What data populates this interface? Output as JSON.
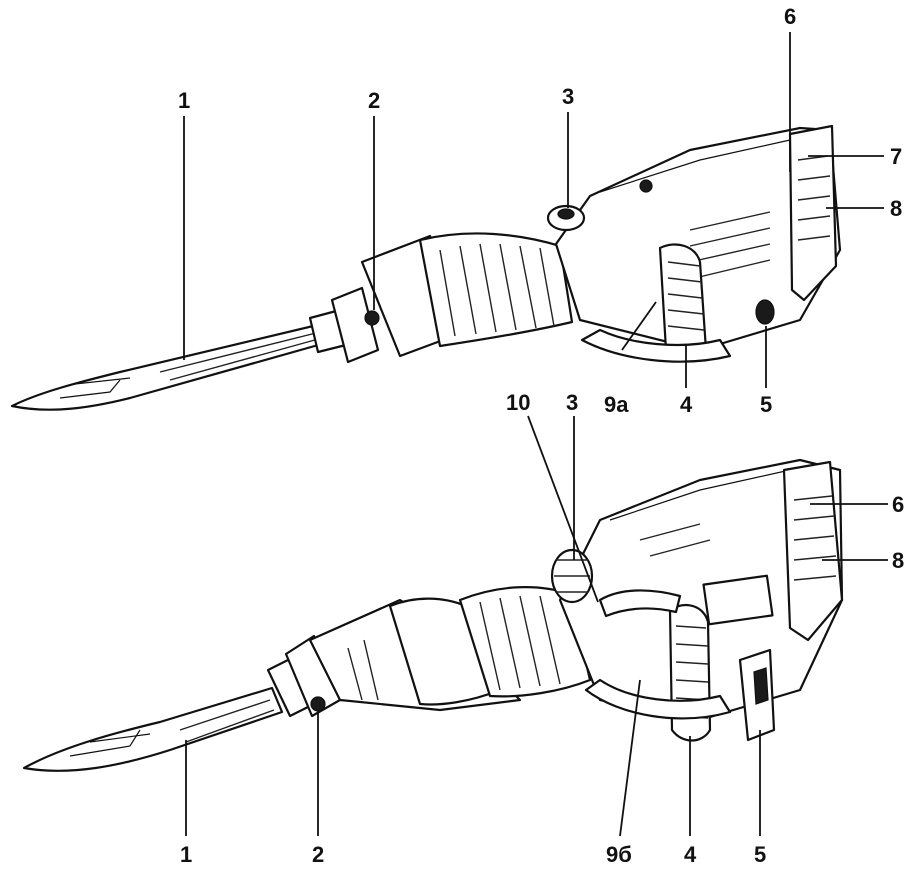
{
  "top_view": {
    "labels": {
      "chisel": "1",
      "tool_holder_locking": "2",
      "aux_handle_knob": "3",
      "aux_handle": "4",
      "switch": "5",
      "cover_screw": "6",
      "indicator": "7",
      "main_handle": "8",
      "lever": "9a"
    }
  },
  "bottom_view": {
    "labels": {
      "chisel": "1",
      "tool_holder_locking": "2",
      "aux_handle_knob": "3",
      "aux_handle": "4",
      "switch": "5",
      "cover_screw": "6",
      "main_handle": "8",
      "lever": "9б",
      "clamp": "10"
    }
  }
}
